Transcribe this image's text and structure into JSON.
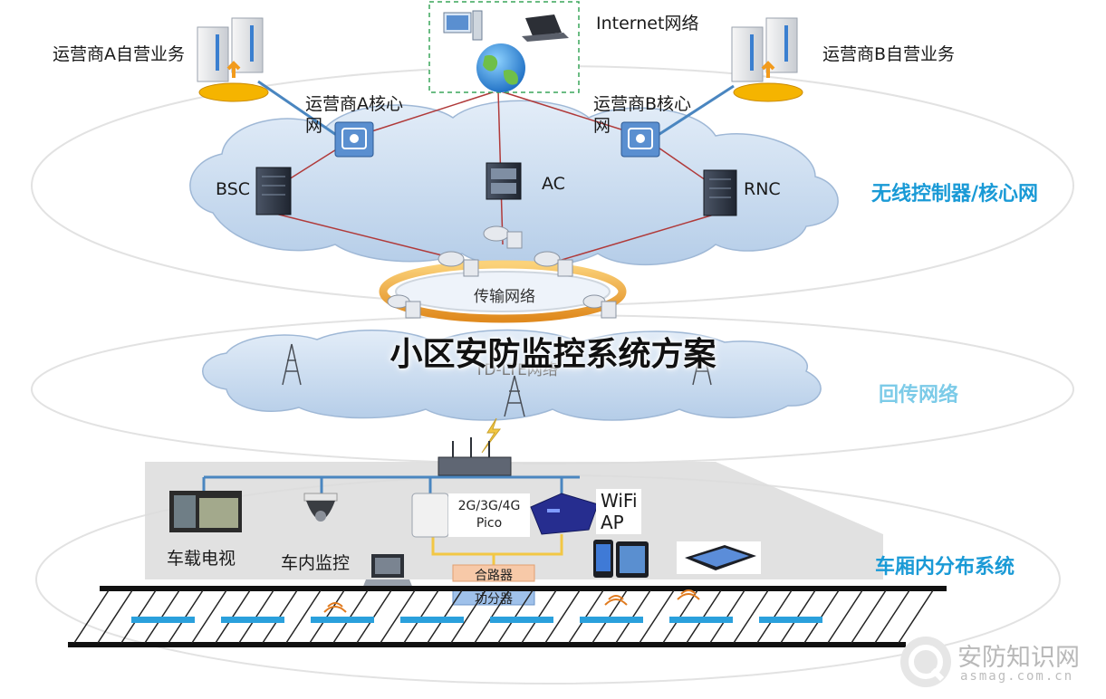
{
  "title": "小区安防监控系统方案",
  "layers": {
    "core": "无线控制器/核心网",
    "backhaul": "回传网络",
    "carriage": "车厢内分布系统"
  },
  "nodes": {
    "internet": "Internet网络",
    "operator_a_service": "运营商A自营业务",
    "operator_b_service": "运营商B自营业务",
    "operator_a_core": "运营商A核心网",
    "operator_b_core": "运营商B核心网",
    "bsc": "BSC",
    "ac": "AC",
    "rnc": "RNC",
    "transport": "传输网络",
    "td_lte": "TD-LTE网络",
    "pico": "2G/3G/4G\nPico",
    "wifi_ap": "WiFi\nAP",
    "car_tv": "车载电视",
    "car_monitor": "车内监控",
    "combiner": "合路器",
    "splitter": "功分器"
  },
  "watermark": {
    "text": "安防知识网",
    "url": "asmag.com.cn"
  },
  "colors": {
    "layer_label_core": "#1a9ad6",
    "layer_label_backhaul": "#7ccbe8",
    "layer_label_carriage": "#1a9ad6",
    "red_link": "#b03a3a",
    "blue_link": "#4a86c0",
    "yellow_link": "#f2c744",
    "cloud_fill": "#c9dcf0",
    "track_dash": "#2aa0dc"
  }
}
